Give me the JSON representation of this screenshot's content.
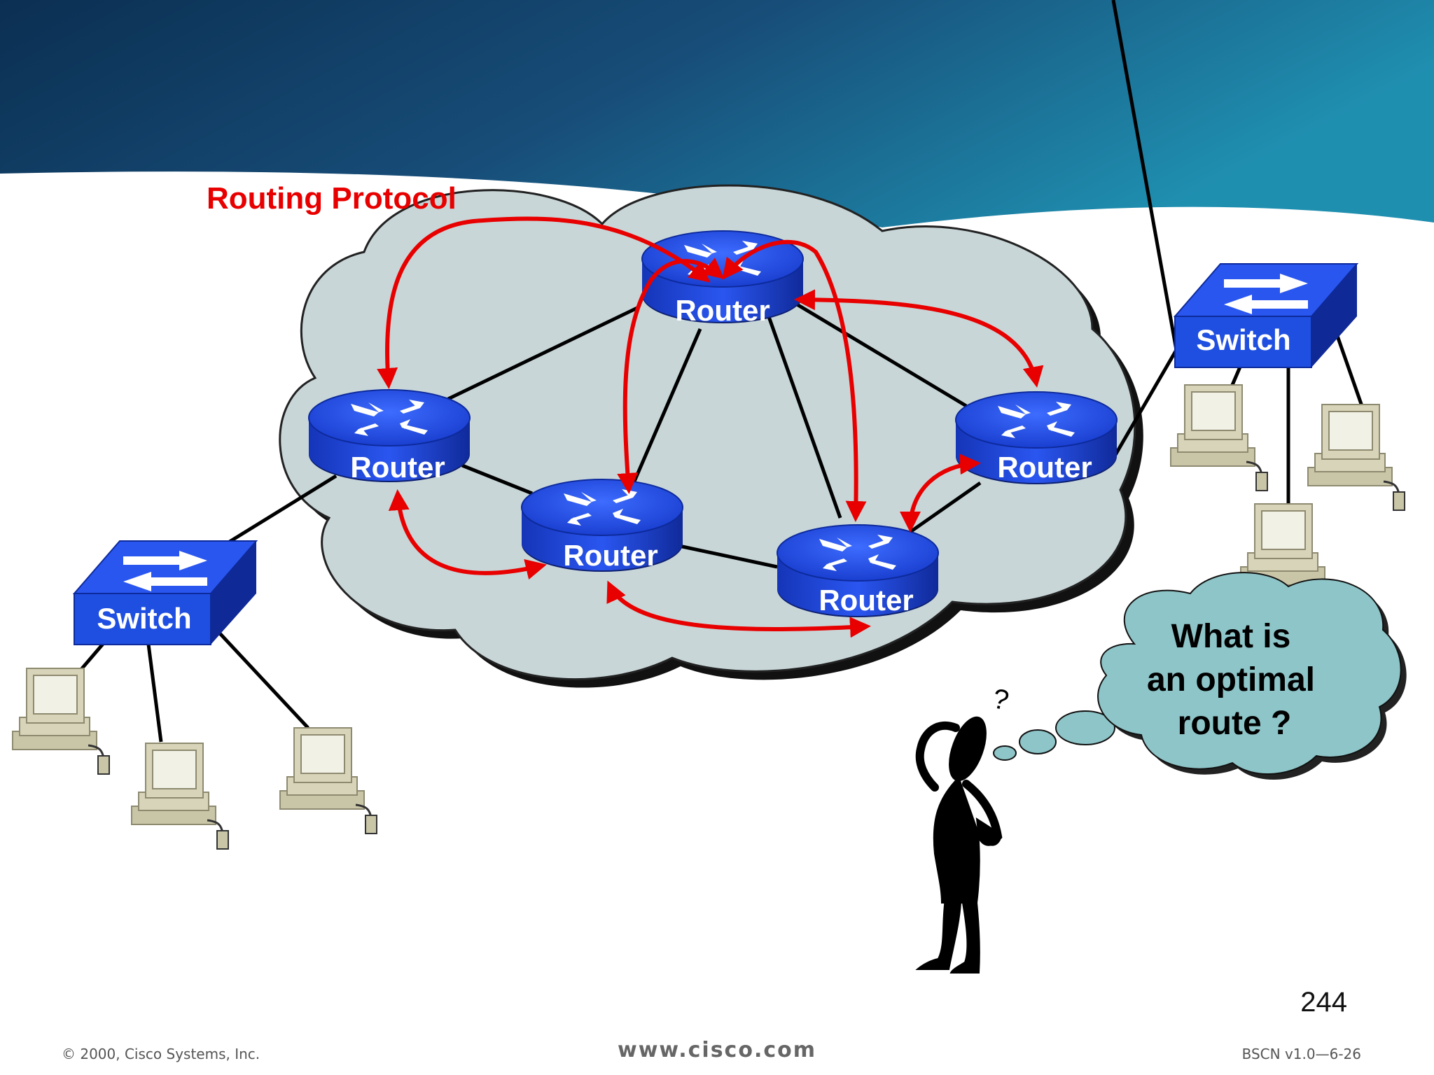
{
  "diagram": {
    "label": "Routing Protocol",
    "router_label": "Router",
    "switch_label": "Switch",
    "thought_bubble_lines": [
      "What is",
      "an optimal",
      "route ?"
    ],
    "question_mark": "?"
  },
  "footer": {
    "copyright": "© 2000, Cisco Systems, Inc.",
    "website": "www.cisco.com",
    "course_code": "BSCN v1.0—6-26"
  },
  "page_number": "244",
  "colors": {
    "header_dark": "#0b2f52",
    "header_light": "#1f8fb0",
    "cloud_fill": "#c8d6d8",
    "router_blue": "#1f4fe0",
    "arrow_red": "#e80000",
    "bubble_fill": "#8ec5c8",
    "pc_beige": "#d7d4b9"
  },
  "icons": [
    "router-icon",
    "switch-icon",
    "computer-icon",
    "thinking-person-icon",
    "thought-bubble-icon",
    "cloud-icon"
  ]
}
